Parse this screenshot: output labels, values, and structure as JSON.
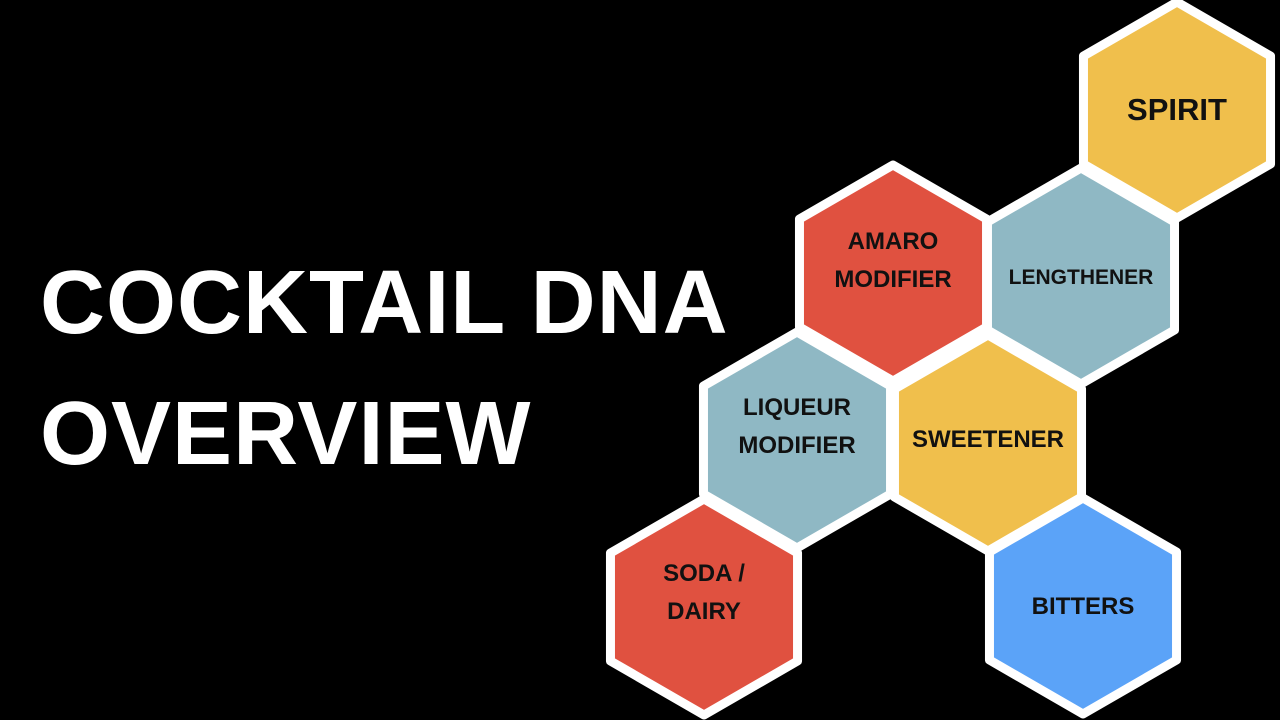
{
  "title": {
    "line1": "COCKTAIL DNA",
    "line2": "OVERVIEW"
  },
  "colors": {
    "background": "#000000",
    "outline": "#ffffff",
    "yellow": "#f0bf4c",
    "red": "#e05140",
    "teal": "#8fb8c4",
    "blue": "#5ba3f8"
  },
  "hexes": [
    {
      "id": "spirit",
      "color": "yellow",
      "lines": [
        "SPIRIT"
      ]
    },
    {
      "id": "amaro-modifier",
      "color": "red",
      "lines": [
        "AMARO",
        "MODIFIER"
      ]
    },
    {
      "id": "lengthener",
      "color": "teal",
      "lines": [
        "LENGTHENER"
      ]
    },
    {
      "id": "liqueur-modifier",
      "color": "teal",
      "lines": [
        "LIQUEUR",
        "MODIFIER"
      ]
    },
    {
      "id": "sweetener",
      "color": "yellow",
      "lines": [
        "SWEETENER"
      ]
    },
    {
      "id": "soda-dairy",
      "color": "red",
      "lines": [
        "SODA /",
        "DAIRY"
      ]
    },
    {
      "id": "bitters",
      "color": "blue",
      "lines": [
        "BITTERS"
      ]
    }
  ]
}
